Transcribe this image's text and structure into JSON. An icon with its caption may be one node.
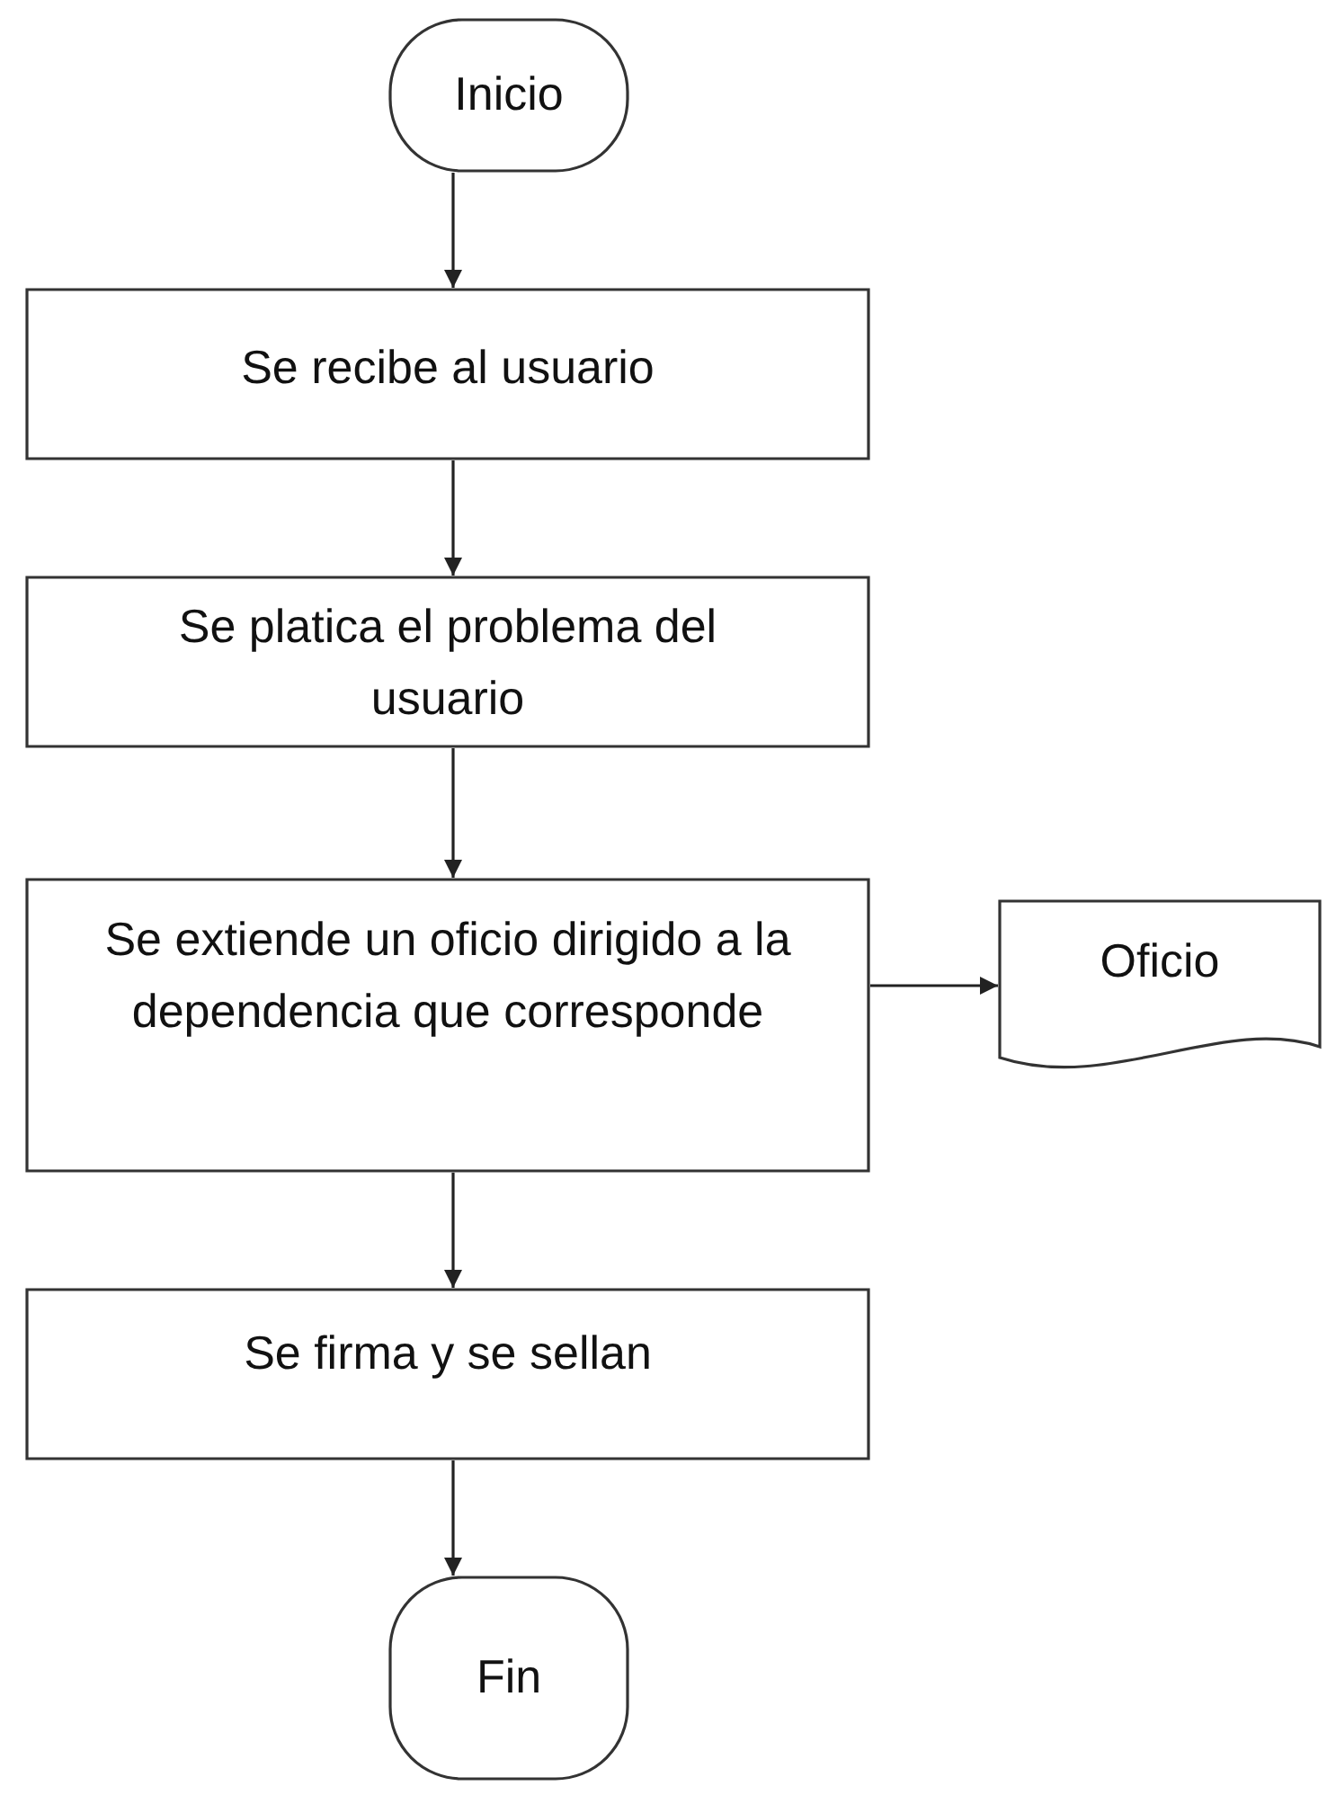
{
  "diagram": {
    "nodes": [
      {
        "text": [
          "Inicio"
        ]
      },
      {
        "text": [
          "Se recibe al usuario"
        ]
      },
      {
        "text": [
          "Se platica el problema del usuario"
        ]
      },
      {
        "text": [
          "Se extiende un oficio dirigido a la dependencia que corresponde"
        ]
      },
      {
        "text": [
          "Oficio"
        ]
      },
      {
        "text": [
          "Se firma y se sellan"
        ]
      },
      {
        "text": [
          "Fin"
        ]
      }
    ],
    "edges": [
      {
        "from": 0,
        "to": 1,
        "arrow": "to"
      },
      {
        "from": 1,
        "to": 2,
        "arrow": "to"
      },
      {
        "from": 2,
        "to": 3,
        "arrow": "to"
      },
      {
        "from": 3,
        "to": 4,
        "arrow": "to"
      },
      {
        "from": 3,
        "to": 5,
        "arrow": "to"
      },
      {
        "from": 5,
        "to": 6,
        "arrow": "to"
      }
    ]
  }
}
